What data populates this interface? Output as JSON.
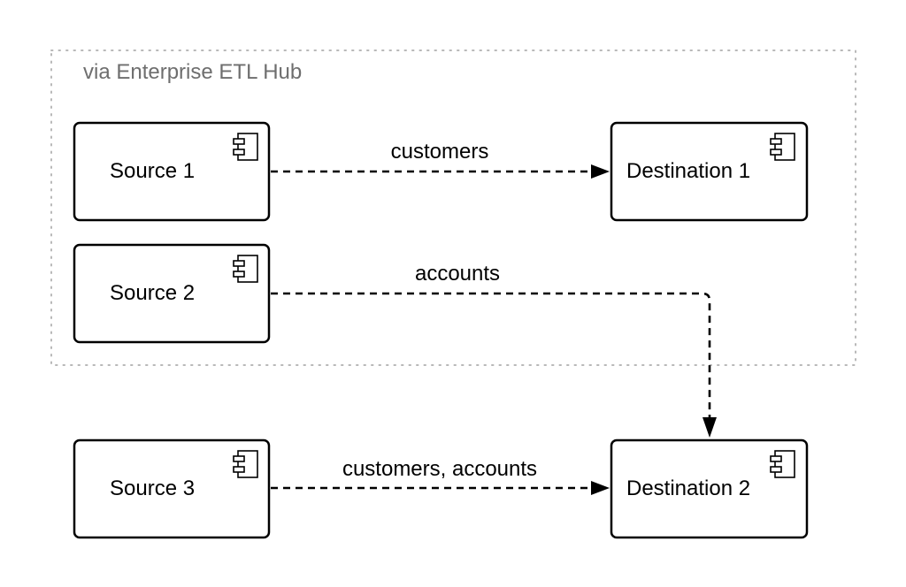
{
  "group": {
    "title": "via Enterprise ETL Hub"
  },
  "nodes": {
    "source_1": "Source 1",
    "source_2": "Source 2",
    "source_3": "Source 3",
    "destination_1": "Destination 1",
    "destination_2": "Destination 2"
  },
  "edges": {
    "source_1_to_destination_1": "customers",
    "source_2_to_destination_2": "accounts",
    "source_3_to_destination_2": "customers, accounts"
  },
  "colors": {
    "stroke": "#000000",
    "group_border": "#b8b8b8",
    "group_title": "#6e6e6e",
    "background": "#ffffff"
  }
}
